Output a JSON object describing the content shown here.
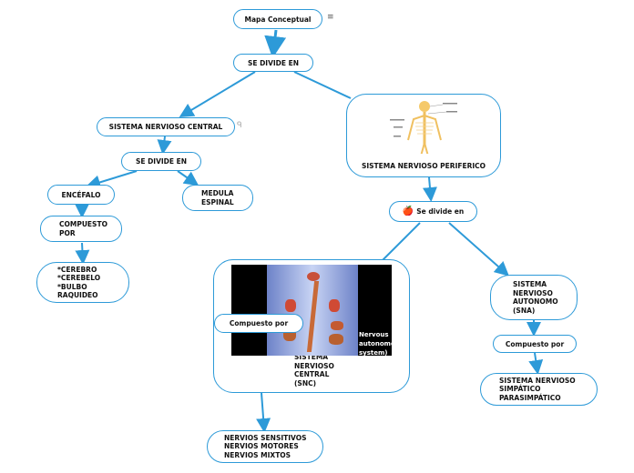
{
  "nodes": {
    "root": "Mapa Conceptual",
    "divide1": "SE DIVIDE EN",
    "snc": "SISTEMA NERVIOSO CENTRAL",
    "divide2": "SE DIVIDE EN",
    "encefalo": "ENCÉFALO",
    "medula": "MEDULA\nESPINAL",
    "compuesto1": "COMPUESTO\nPOR",
    "cerebro": "*CEREBRO\n*CEREBELO\n*BULBO\nRAQUIDEO",
    "snp": "SISTEMA NERVIOSO PERIFERICO",
    "divide3": "Se divide en",
    "snc2": "SISTEMA\nNERVIOSO\nCENTRAL\n(SNC)",
    "compuesto2": "Compuesto por",
    "image_caption": "Nervous\nautonomous\nsystem)",
    "sna": "SISTEMA\nNERVIOSO\nAUTONOMO\n(SNA)",
    "compuesto3": "Compuesto por",
    "simpatico": "SISTEMA NERVIOSO\nSIMPÁTICO\nPARASIMPÁTICO",
    "nervios": "NERVIOS SENSITIVOS\nNERVIOS MOTORES\nNERVIOS MIXTOS"
  },
  "icons": {
    "root_menu": "≡",
    "snc_note": "ᑫ",
    "apple": "🍎"
  },
  "colors": {
    "accent": "#2d9ad8"
  }
}
